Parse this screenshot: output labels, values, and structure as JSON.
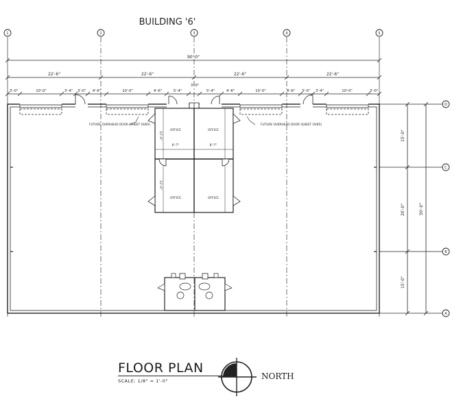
{
  "title": "BUILDING '6'",
  "grid": {
    "columns": [
      "1",
      "2",
      "3",
      "4",
      "5"
    ],
    "rows": [
      "D",
      "C",
      "B",
      "A"
    ]
  },
  "dimensions": {
    "overall": "90'-0\"",
    "bays": [
      "22'-6\"",
      "22'-6\"",
      "22'-6\"",
      "22'-6\""
    ],
    "openings": [
      "3'-0\"",
      "10'-0\"",
      "3'-4\"",
      "3'-0\"",
      "4'-6\"",
      "10'-0\"",
      "4'-6\"",
      "5'-4\"",
      "3'-0\"",
      "5'-4\"",
      "4'-6\"",
      "10'-0\"",
      "4'-6\"",
      "3'-0\"",
      "3'-4\"",
      "10'-0\"",
      "3'-0\""
    ],
    "right_overall": "50'-0\"",
    "right_segments": [
      "15'-0\"",
      "20'-0\"",
      "15'-0\""
    ],
    "office_widths": [
      "8'-7\"",
      "8'-7\""
    ],
    "office_heights": [
      "12'-0\"",
      "12'-0\""
    ]
  },
  "notes": {
    "door_left": "FUTURE OVERHEAD DOOR (SHEET OVER)",
    "door_right": "FUTURE OVERHEAD DOOR (SHEET OVER)"
  },
  "rooms": [
    "OFFICE",
    "OFFICE",
    "OFFICE",
    "OFFICE"
  ],
  "footer": {
    "title": "FLOOR PLAN",
    "scale": "SCALE: 1/8\" = 1'-0\"",
    "north": "NORTH"
  }
}
